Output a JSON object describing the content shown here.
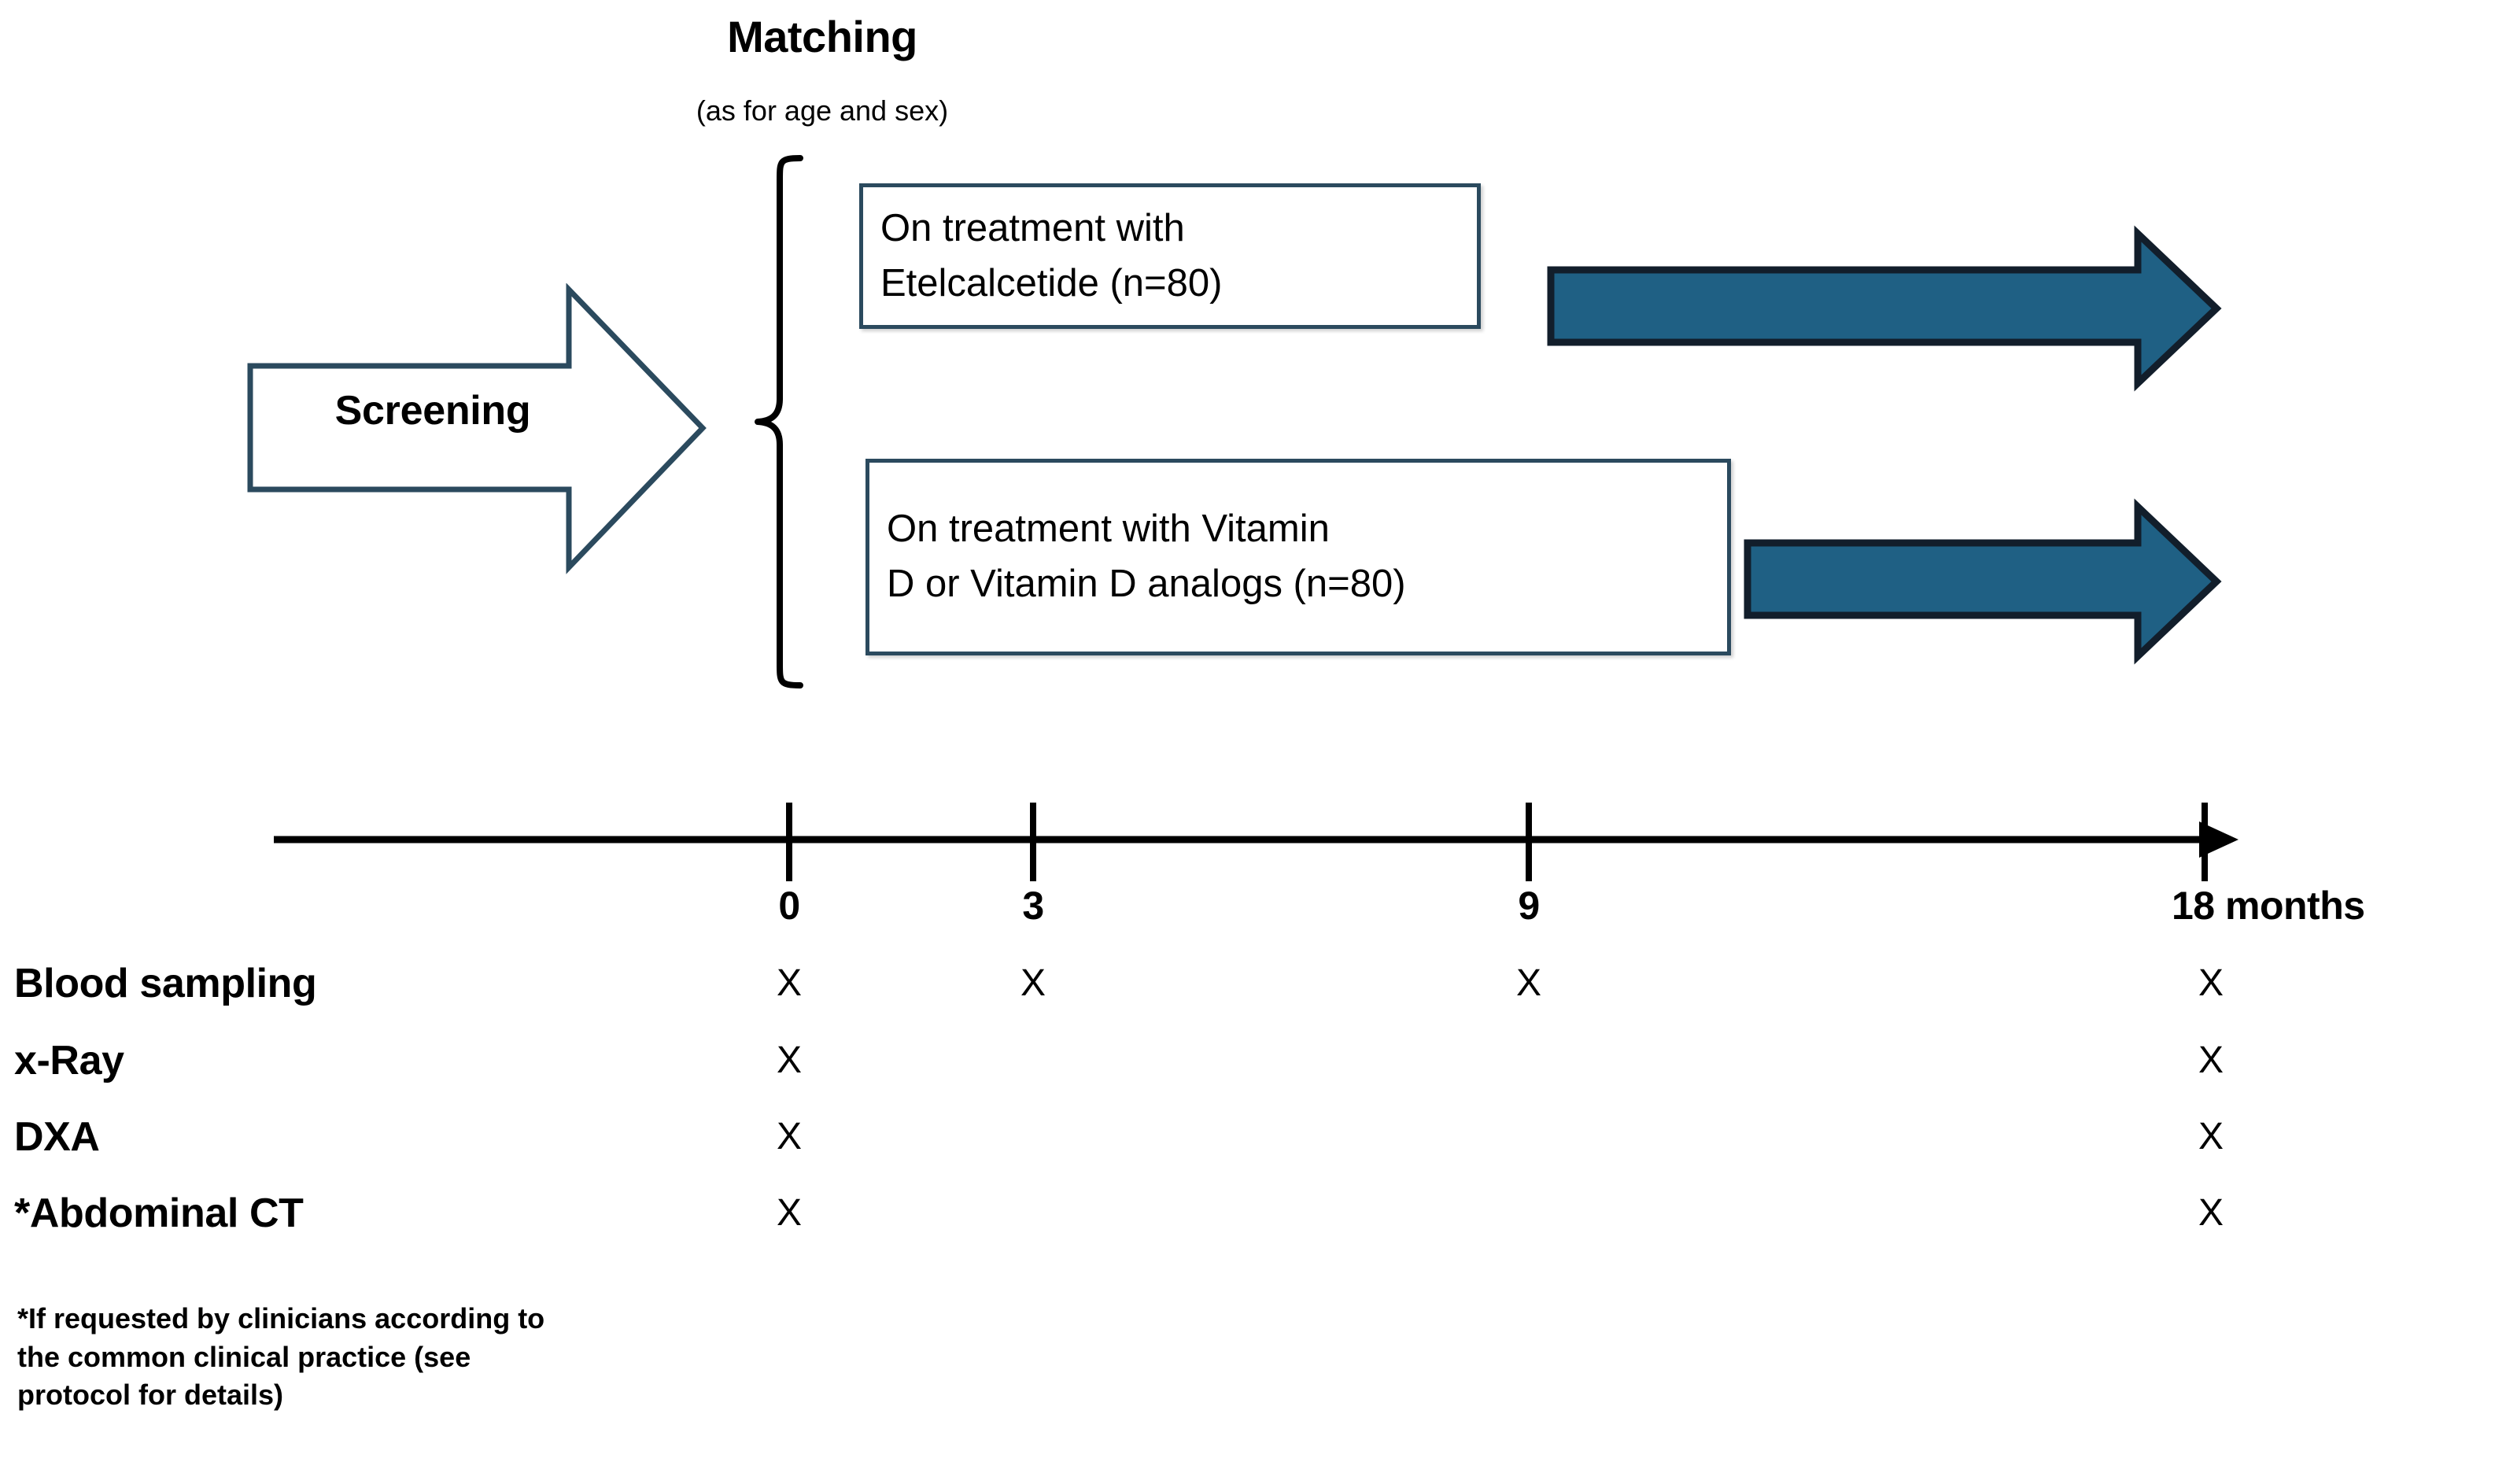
{
  "header": {
    "title": "Matching",
    "subtitle": "(as for age and sex)"
  },
  "screening": {
    "label": "Screening",
    "icon": "right-block-arrow-icon"
  },
  "brace": {
    "icon": "curly-brace-icon"
  },
  "arms": [
    {
      "id": "etelcalcetide",
      "label": "On treatment with\nEtelcalcetide (n=80)",
      "n": 80,
      "followup_arrow_icon": "right-arrow-icon"
    },
    {
      "id": "vitamin-d",
      "label": "On treatment with Vitamin\nD or Vitamin D analogs (n=80)",
      "n": 80,
      "followup_arrow_icon": "right-arrow-icon"
    }
  ],
  "timeline": {
    "axis_icon": "horizontal-axis-arrow-icon",
    "unit": "months",
    "ticks": [
      {
        "label": "0",
        "value": 0
      },
      {
        "label": "3",
        "value": 3
      },
      {
        "label": "9",
        "value": 9
      },
      {
        "label": "18 months",
        "value": 18
      }
    ]
  },
  "schedule": {
    "mark": "X",
    "rows": [
      {
        "label": "Blood sampling",
        "marks": [
          true,
          true,
          true,
          true
        ]
      },
      {
        "label": "x-Ray",
        "marks": [
          true,
          false,
          false,
          true
        ]
      },
      {
        "label": "DXA",
        "marks": [
          true,
          false,
          false,
          true
        ]
      },
      {
        "label": "*Abdominal CT",
        "marks": [
          true,
          false,
          false,
          true
        ]
      }
    ]
  },
  "footnote": {
    "text": "*If requested by clinicians according to\nthe common clinical practice (see\nprotocol for details)"
  },
  "colors": {
    "arrow_fill": "#1f6084",
    "arrow_stroke": "#121e2b",
    "box_border": "#2b4a5e",
    "text": "#000000",
    "background": "#ffffff"
  },
  "chart_data": {
    "type": "table",
    "title": "Study design schedule of assessments",
    "categories": [
      "0",
      "3",
      "9",
      "18 months"
    ],
    "xlabel": "months",
    "series": [
      {
        "name": "Blood sampling",
        "values": [
          1,
          1,
          1,
          1
        ]
      },
      {
        "name": "x-Ray",
        "values": [
          1,
          0,
          0,
          1
        ]
      },
      {
        "name": "DXA",
        "values": [
          1,
          0,
          0,
          1
        ]
      },
      {
        "name": "*Abdominal CT",
        "values": [
          1,
          0,
          0,
          1
        ]
      }
    ]
  }
}
